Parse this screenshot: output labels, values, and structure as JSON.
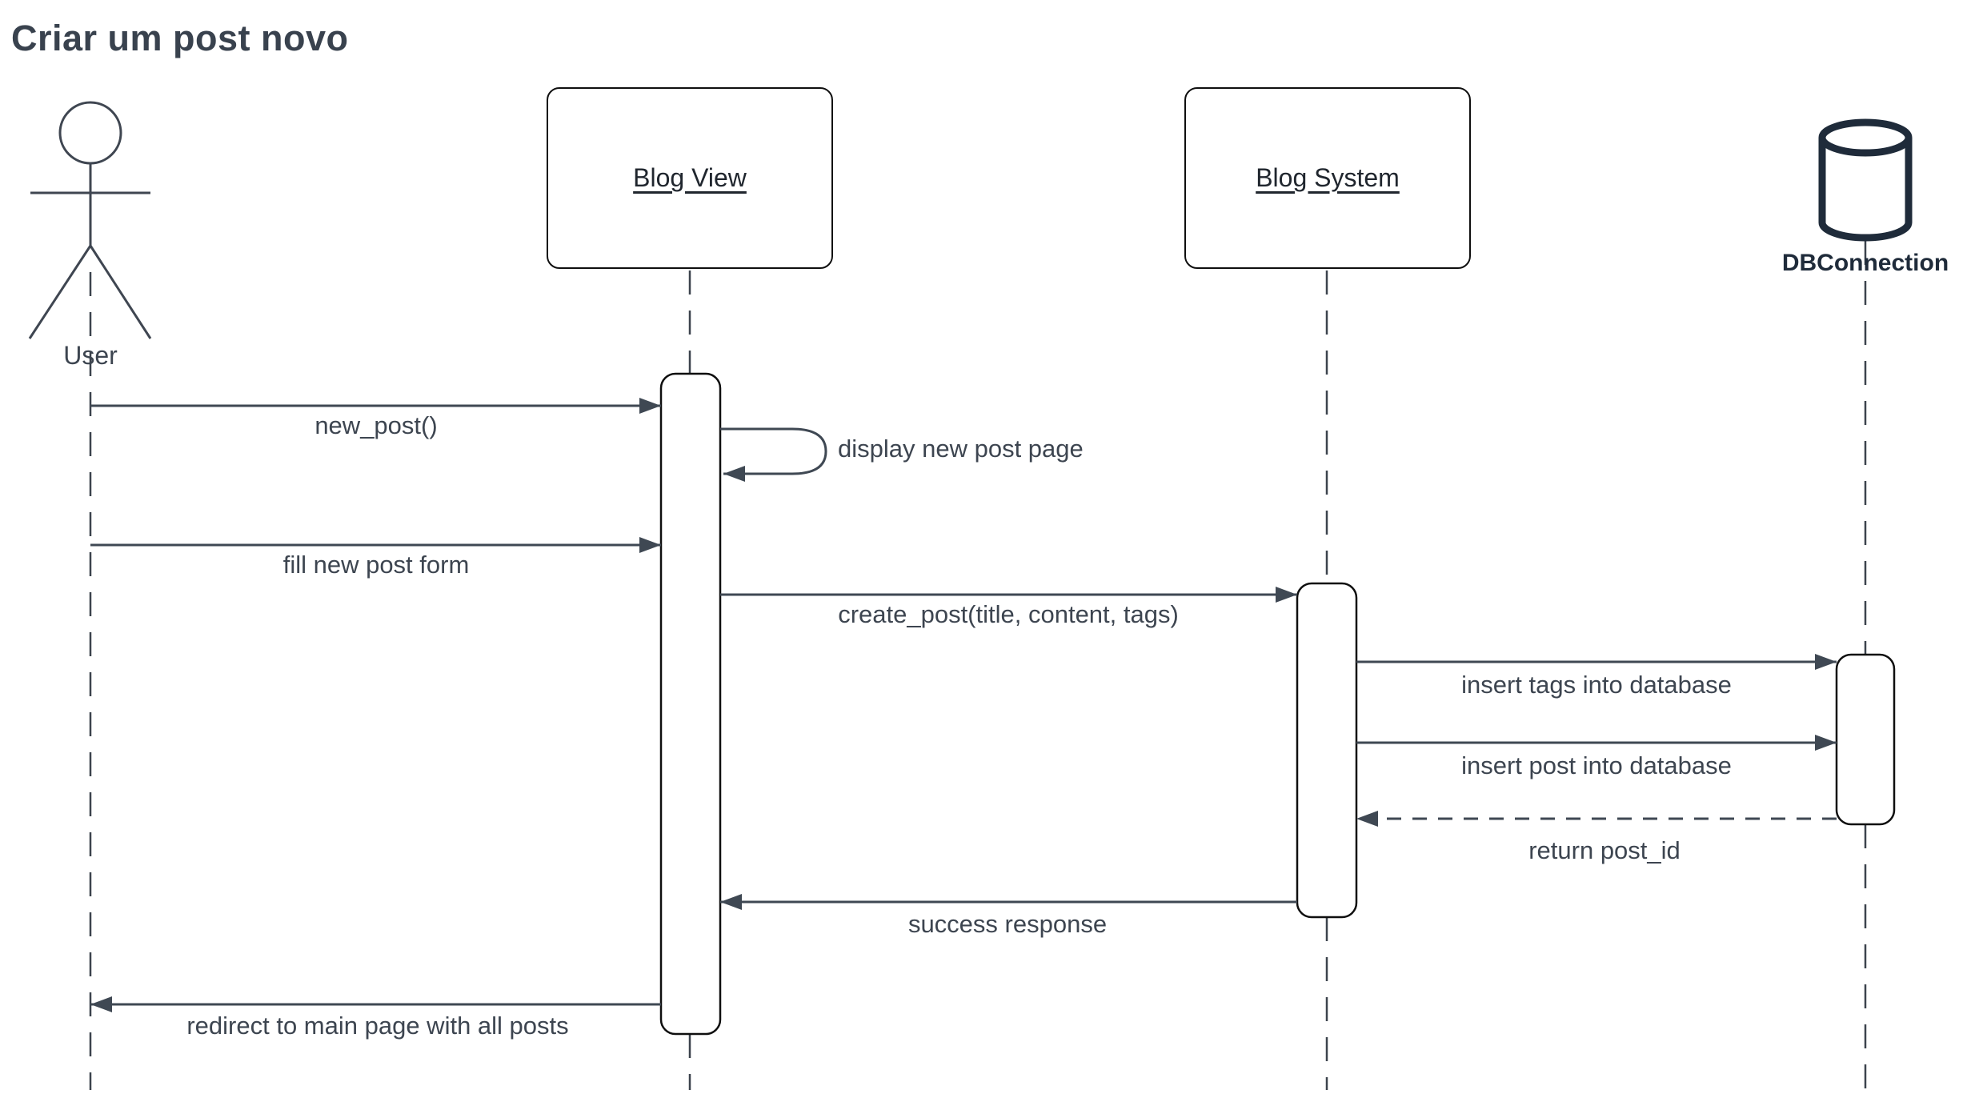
{
  "title": "Criar um post novo",
  "participants": {
    "user": {
      "label": "User",
      "type": "actor"
    },
    "blog_view": {
      "label": "Blog View",
      "type": "object"
    },
    "blog_system": {
      "label": "Blog System",
      "type": "object"
    },
    "db_connection": {
      "label": "DBConnection",
      "type": "database"
    }
  },
  "messages": [
    {
      "label": "new_post()",
      "from": "User",
      "to": "Blog View",
      "style": "solid"
    },
    {
      "label": "display new post page",
      "from": "Blog View",
      "to": "Blog View",
      "style": "self"
    },
    {
      "label": "fill new post form",
      "from": "User",
      "to": "Blog View",
      "style": "solid"
    },
    {
      "label": "create_post(title, content, tags)",
      "from": "Blog View",
      "to": "Blog System",
      "style": "solid"
    },
    {
      "label": "insert tags into database",
      "from": "Blog System",
      "to": "DBConnection",
      "style": "solid"
    },
    {
      "label": "insert post into database",
      "from": "Blog System",
      "to": "DBConnection",
      "style": "solid"
    },
    {
      "label": "return post_id",
      "from": "DBConnection",
      "to": "Blog System",
      "style": "dashed-return"
    },
    {
      "label": "success response",
      "from": "Blog System",
      "to": "Blog View",
      "style": "solid"
    },
    {
      "label": "redirect to main page with all posts",
      "from": "Blog View",
      "to": "User",
      "style": "solid"
    }
  ],
  "colors": {
    "background": "#ffffff",
    "text": "#3d4550",
    "title_text": "#39424e",
    "arrow_line": "#3f4853",
    "shape_stroke": "#0f0f0f",
    "db_accent": "#1f2b3a"
  }
}
